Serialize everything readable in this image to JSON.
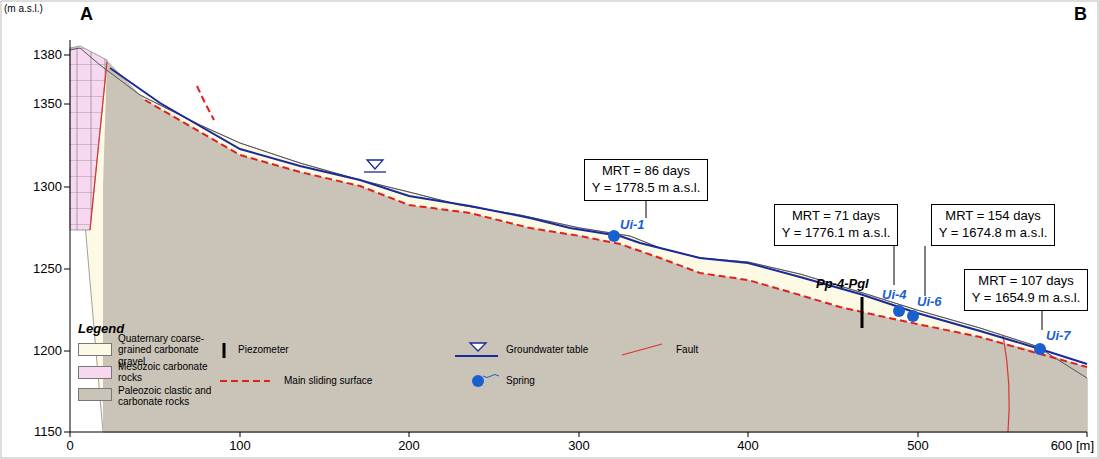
{
  "diagram": {
    "nodes": [
      {
        "text": [
          "MRT = 86 days",
          "Y = 1778.5 m a.s.l."
        ]
      },
      {
        "text": [
          "MRT = 71 days",
          "Y = 1776.1 m a.s.l."
        ]
      },
      {
        "text": [
          "MRT = 154 days",
          "Y = 1674.8 m a.s.l."
        ]
      },
      {
        "text": [
          "MRT = 107 days",
          "Y = 1654.9 m a.s.l."
        ]
      }
    ],
    "labels": [
      "(m a.s.l.)",
      "A",
      "B",
      "1380",
      "1350",
      "1300",
      "1250",
      "1200",
      "1150",
      "0",
      "100",
      "200",
      "300",
      "400",
      "500",
      "600 [m]",
      "Ui-1",
      "Pp-4-Pgl",
      "Ui-4",
      "Ui-6",
      "Ui-7",
      "Legend"
    ],
    "legend": [
      {
        "text": "Quaternary coarse-grained carbonate gravel",
        "color": "#fcf9e4"
      },
      {
        "text": "Mesozoic carbonate rocks",
        "color": "#f8d8f0"
      },
      {
        "text": "Paleozoic clastic and carbonate rocks",
        "color": "#c9c3b8"
      },
      {
        "text": "Piezometer"
      },
      {
        "text": "Main sliding surface"
      },
      {
        "text": "Groundwater table"
      },
      {
        "text": "Spring"
      },
      {
        "text": "Fault"
      }
    ]
  }
}
